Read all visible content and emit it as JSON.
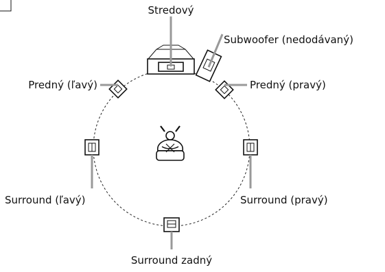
{
  "labels": {
    "center": "Stredový",
    "subwoofer": "Subwoofer (nedodávaný)",
    "front_left": "Predný (ľavý)",
    "front_right": "Predný (pravý)",
    "surround_left": "Surround (ľavý)",
    "surround_right": "Surround (pravý)",
    "surround_back": "Surround zadný"
  }
}
